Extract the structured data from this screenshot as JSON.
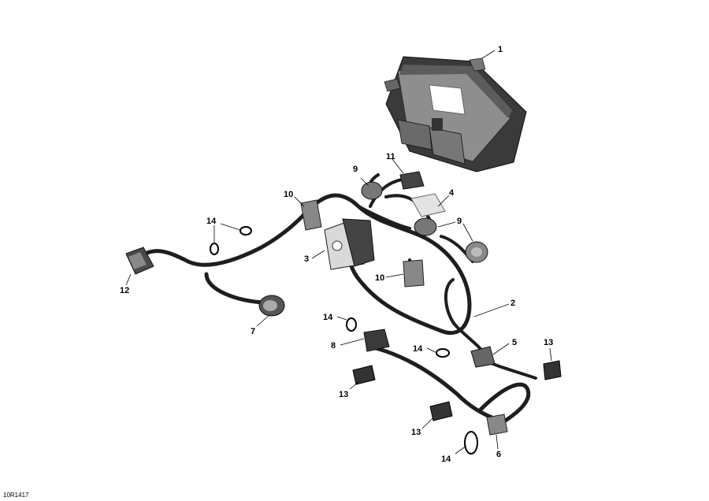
{
  "diagram": {
    "code": "10R1417",
    "callouts": [
      "1",
      "2",
      "3",
      "4",
      "5",
      "6",
      "7",
      "8",
      "9",
      "9",
      "10",
      "10",
      "11",
      "12",
      "13",
      "13",
      "13",
      "14",
      "14",
      "14",
      "14"
    ]
  }
}
